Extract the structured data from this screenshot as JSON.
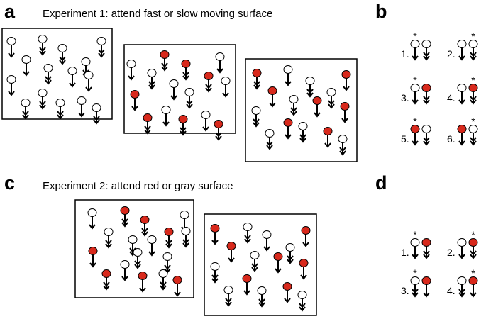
{
  "panel_a": {
    "letter": "a",
    "title": "Experiment 1: attend fast or slow moving surface"
  },
  "panel_b": {
    "letter": "b",
    "conditions": [
      {
        "label": "1.",
        "starred": "left",
        "left_color": "white",
        "right_color": "white",
        "left_arrow": "single",
        "right_arrow": "double"
      },
      {
        "label": "2.",
        "starred": "right",
        "left_color": "white",
        "right_color": "white",
        "left_arrow": "single",
        "right_arrow": "double"
      },
      {
        "label": "3.",
        "starred": "left",
        "left_color": "white",
        "right_color": "red",
        "left_arrow": "single",
        "right_arrow": "double"
      },
      {
        "label": "4.",
        "starred": "right",
        "left_color": "white",
        "right_color": "red",
        "left_arrow": "single",
        "right_arrow": "double"
      },
      {
        "label": "5.",
        "starred": "left",
        "left_color": "red",
        "right_color": "white",
        "left_arrow": "single",
        "right_arrow": "double"
      },
      {
        "label": "6.",
        "starred": "right",
        "left_color": "red",
        "right_color": "white",
        "left_arrow": "single",
        "right_arrow": "double"
      }
    ]
  },
  "panel_c": {
    "letter": "c",
    "title": "Experiment 2: attend red or gray surface"
  },
  "panel_d": {
    "letter": "d",
    "conditions": [
      {
        "label": "1.",
        "starred": "left",
        "left_color": "white",
        "right_color": "red",
        "left_arrow": "single",
        "right_arrow": "double"
      },
      {
        "label": "2.",
        "starred": "right",
        "left_color": "white",
        "right_color": "red",
        "left_arrow": "single",
        "right_arrow": "double"
      },
      {
        "label": "3.",
        "starred": "left",
        "left_color": "white",
        "right_color": "red",
        "left_arrow": "double",
        "right_arrow": "single"
      },
      {
        "label": "4.",
        "starred": "right",
        "left_color": "white",
        "right_color": "red",
        "left_arrow": "double",
        "right_arrow": "single"
      }
    ]
  },
  "star_symbol": "*",
  "colors": {
    "red_dot": "#d8291c",
    "white_dot": "#ffffff",
    "stroke": "#000000"
  }
}
